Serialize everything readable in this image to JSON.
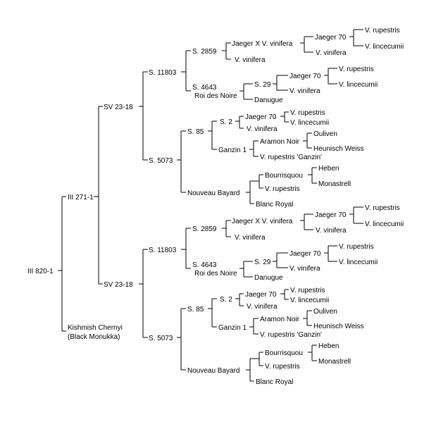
{
  "diagram": {
    "root": "III 820-1",
    "root_parents": [
      "III 271-1",
      "Kishmish Chernyi (Black Monukka)"
    ],
    "line_color": "#000000",
    "text_color": "#000000",
    "background": "#ffffff"
  },
  "labels": {
    "l0": "III 820-1",
    "l1": "III 271-1",
    "l2": "Kishmish Chernyi",
    "l3": "(Black Monukka)",
    "l4": "SV 23-18",
    "l5": "SV 23-18",
    "l6": "S. 11803",
    "l7": "S. 5073",
    "l8": "S. 11803",
    "l9": "S. 5073",
    "l10": "S. 2859",
    "l11": "S. 4643",
    "l12": "Roi des Noire",
    "l13": "Jaeger X V. vinifera",
    "l14": "V. vinifera",
    "l15": "Jaeger 70",
    "l16": "V. vinifera",
    "l17": "V. rupestris",
    "l18": "V. lincecumii",
    "l19": "S. 29",
    "l20": "Danugue",
    "l21": "Jaeger 70",
    "l22": "V. vinifera",
    "l23": "V. rupestris",
    "l24": "V. lincecumii",
    "l25": "S. 85",
    "l26": "Nouveau Bayard",
    "l27": "S. 2",
    "l28": "Ganzin 1",
    "l29": "Jaeger 70",
    "l30": "V. vinifera",
    "l31": "V. rupestris",
    "l32": "V. lincecumii",
    "l33": "Aramon Noir",
    "l34": "V. rupestris 'Ganzin'",
    "l35": "Ouliven",
    "l36": "Heunisch Weiss",
    "l37": "Bourrisquou",
    "l38": "Blanc Royal",
    "l39": "Heben",
    "l40": "Monastrell",
    "l41": "V. rupestris",
    "l42": "S. 2859",
    "l43": "S. 4643",
    "l44": "Roi des Noire",
    "l45": "Jaeger X V. vinifera",
    "l46": "V. vinifera",
    "l47": "Jaeger 70",
    "l48": "V. vinifera",
    "l49": "V. rupestris",
    "l50": "V. lincecumii",
    "l51": "S. 29",
    "l52": "Danugue",
    "l53": "Jaeger 70",
    "l54": "V. vinifera",
    "l55": "V. rupestris",
    "l56": "V. lincecumii",
    "l57": "S. 85",
    "l58": "Nouveau Bayard",
    "l59": "S. 2",
    "l60": "Ganzin 1",
    "l61": "Jaeger 70",
    "l62": "V. vinifera",
    "l63": "V. rupestris",
    "l64": "V. lincecumii",
    "l65": "Aramon Noir",
    "l66": "V. rupestris 'Ganzin'",
    "l67": "Ouliven",
    "l68": "Heunisch Weiss",
    "l69": "Bourrisquou",
    "l70": "Blanc Royal",
    "l71": "Heben",
    "l72": "Monastrell",
    "l73": "V. rupestris"
  }
}
